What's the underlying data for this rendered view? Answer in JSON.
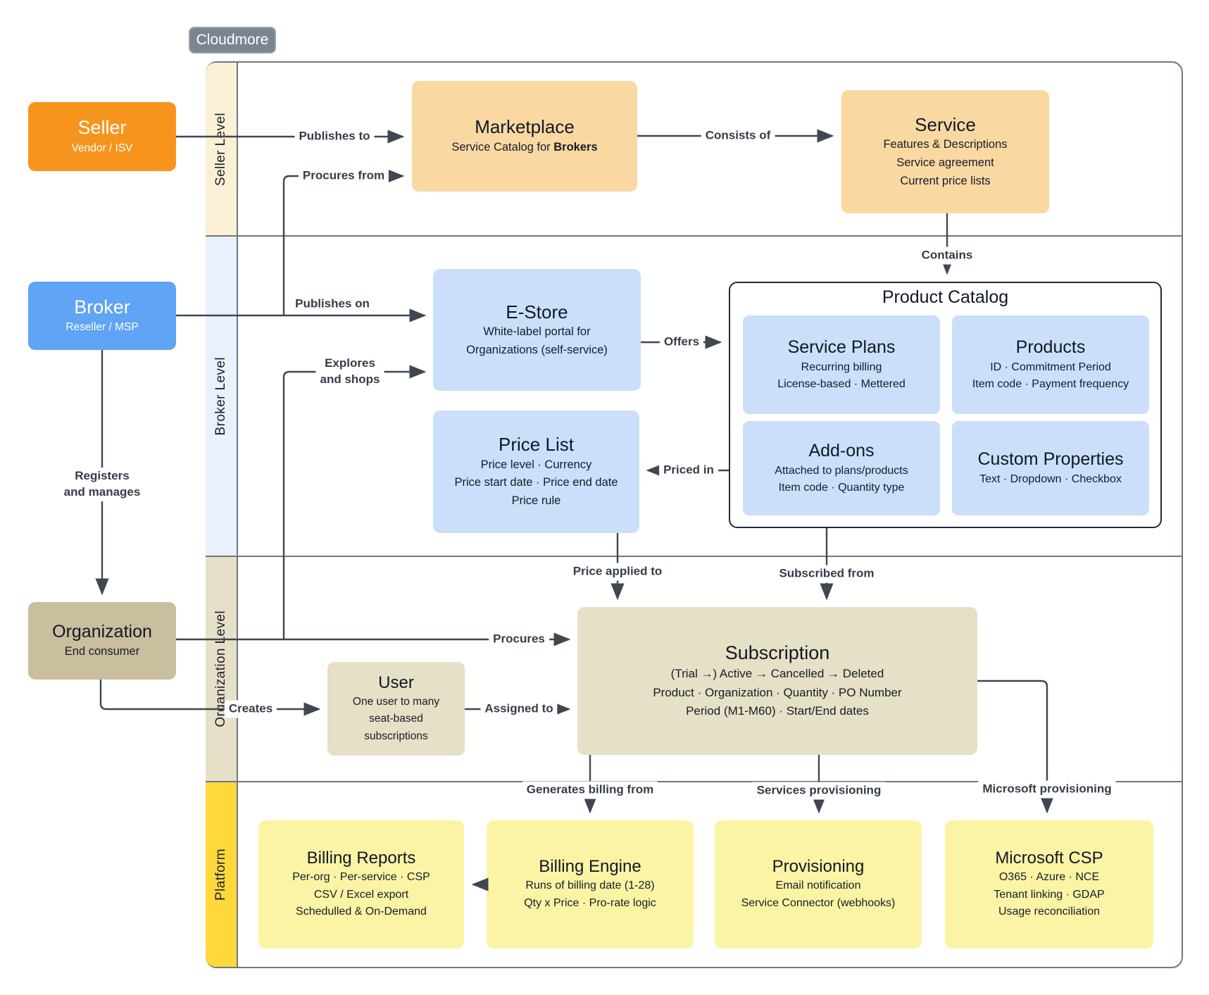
{
  "badge": {
    "label": "Cloudmore"
  },
  "levels": [
    {
      "label": "Seller Level",
      "band_color": "#FAF0D5"
    },
    {
      "label": "Broker Level",
      "band_color": "#EAF0FC"
    },
    {
      "label": "Organization Level",
      "band_color": "#E7E0C8"
    },
    {
      "label": "Platform",
      "band_color": "#FFD83C"
    }
  ],
  "actors": {
    "seller": {
      "title": "Seller",
      "subtitle": "Vendor / ISV",
      "color": "#F7941E"
    },
    "broker": {
      "title": "Broker",
      "subtitle": "Reseller / MSP",
      "color": "#5FA4F5"
    },
    "organization": {
      "title": "Organization",
      "subtitle": "End consumer",
      "color": "#C9BE9D"
    }
  },
  "nodes": {
    "marketplace": {
      "title": "Marketplace",
      "subtitle_prefix": "Service Catalog for ",
      "subtitle_bold": "Brokers",
      "color": "#FAD8A2"
    },
    "service": {
      "title": "Service",
      "lines": [
        "Features & Descriptions",
        "Service agreement",
        "Current price lists"
      ],
      "color": "#FAD8A2"
    },
    "estore": {
      "title": "E-Store",
      "lines": [
        "White-label portal for",
        "Organizations (self-service)"
      ],
      "color": "#CBDFFA"
    },
    "price_list": {
      "title": "Price List",
      "lines": [
        "Price level · Currency",
        "Price start date · Price end date",
        "Price rule"
      ],
      "color": "#CBDFFA"
    },
    "product_catalog": {
      "title": "Product Catalog",
      "items": [
        {
          "title": "Service Plans",
          "lines": [
            "Recurring billing",
            "License-based · Mettered"
          ]
        },
        {
          "title": "Products",
          "lines": [
            "ID · Commitment Period",
            "Item code · Payment frequency"
          ]
        },
        {
          "title": "Add-ons",
          "lines": [
            "Attached to plans/products",
            "Item code · Quantity type"
          ]
        },
        {
          "title": "Custom Properties",
          "lines": [
            "Text · Dropdown · Checkbox"
          ]
        }
      ]
    },
    "user": {
      "title": "User",
      "lines": [
        "One user to many",
        "seat-based",
        "subscriptions"
      ],
      "color": "#E6E0C6"
    },
    "subscription": {
      "title": "Subscription",
      "lines": [
        "(Trial →) Active → Cancelled → Deleted",
        "Product · Organization · Quantity · PO Number",
        "Period (M1-M60) · Start/End dates"
      ],
      "color": "#E6E0C6"
    },
    "billing_reports": {
      "title": "Billing Reports",
      "lines": [
        "Per-org · Per-service · CSP",
        "CSV / Excel export",
        "Schedulled & On-Demand"
      ],
      "color": "#FCF4A5"
    },
    "billing_engine": {
      "title": "Billing Engine",
      "lines": [
        "Runs of billing date (1-28)",
        "Qty x Price · Pro-rate logic"
      ],
      "color": "#FCF4A5"
    },
    "provisioning": {
      "title": "Provisioning",
      "lines": [
        "Email notification",
        "Service Connector (webhooks)"
      ],
      "color": "#FCF4A5"
    },
    "microsoft_csp": {
      "title": "Microsoft CSP",
      "lines": [
        "O365 · Azure · NCE",
        "Tenant linking · GDAP",
        "Usage reconciliation"
      ],
      "color": "#FCF4A5"
    }
  },
  "edges": {
    "publishes_to": "Publishes to",
    "procures_from": "Procures from",
    "consists_of": "Consists of",
    "contains": "Contains",
    "publishes_on": "Publishes on",
    "explores": [
      "Explores",
      "and shops"
    ],
    "offers": "Offers",
    "priced_in": "Priced in",
    "registers": [
      "Registers",
      "and manages"
    ],
    "price_applied_to": "Price applied to",
    "subscribed_from": "Subscribed from",
    "procures": "Procures",
    "creates": "Creates",
    "assigned_to": "Assigned to",
    "generates_billing_from": "Generates billing from",
    "services_provisioning": "Services provisioning",
    "microsoft_provisioning": "Microsoft provisioning"
  },
  "colors": {
    "connector": "#3E4752",
    "container_border": "#6E7781",
    "catalog_border": "#222938",
    "badge_bg": "#7B8590"
  }
}
